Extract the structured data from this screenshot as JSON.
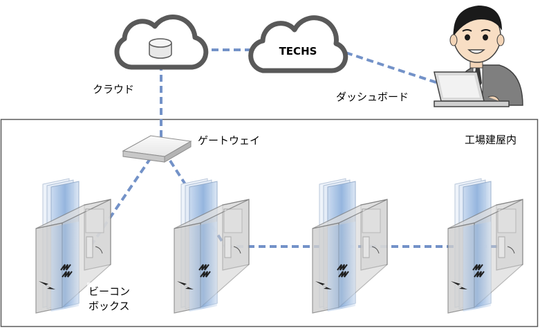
{
  "labels": {
    "cloud": "クラウド",
    "techs": "TECHS",
    "dashboard": "ダッシュボード",
    "gateway": "ゲートウェイ",
    "factory": "工場建屋内",
    "beacon_line1": "ビーコン",
    "beacon_line2": "ボックス"
  },
  "colors": {
    "link": "#7392C8",
    "cloud_stroke": "#595959",
    "glass": "#A9C4E6",
    "box_fill": "#D6D6D6",
    "box_stroke": "#7F7F7F",
    "frame": "#595959"
  }
}
